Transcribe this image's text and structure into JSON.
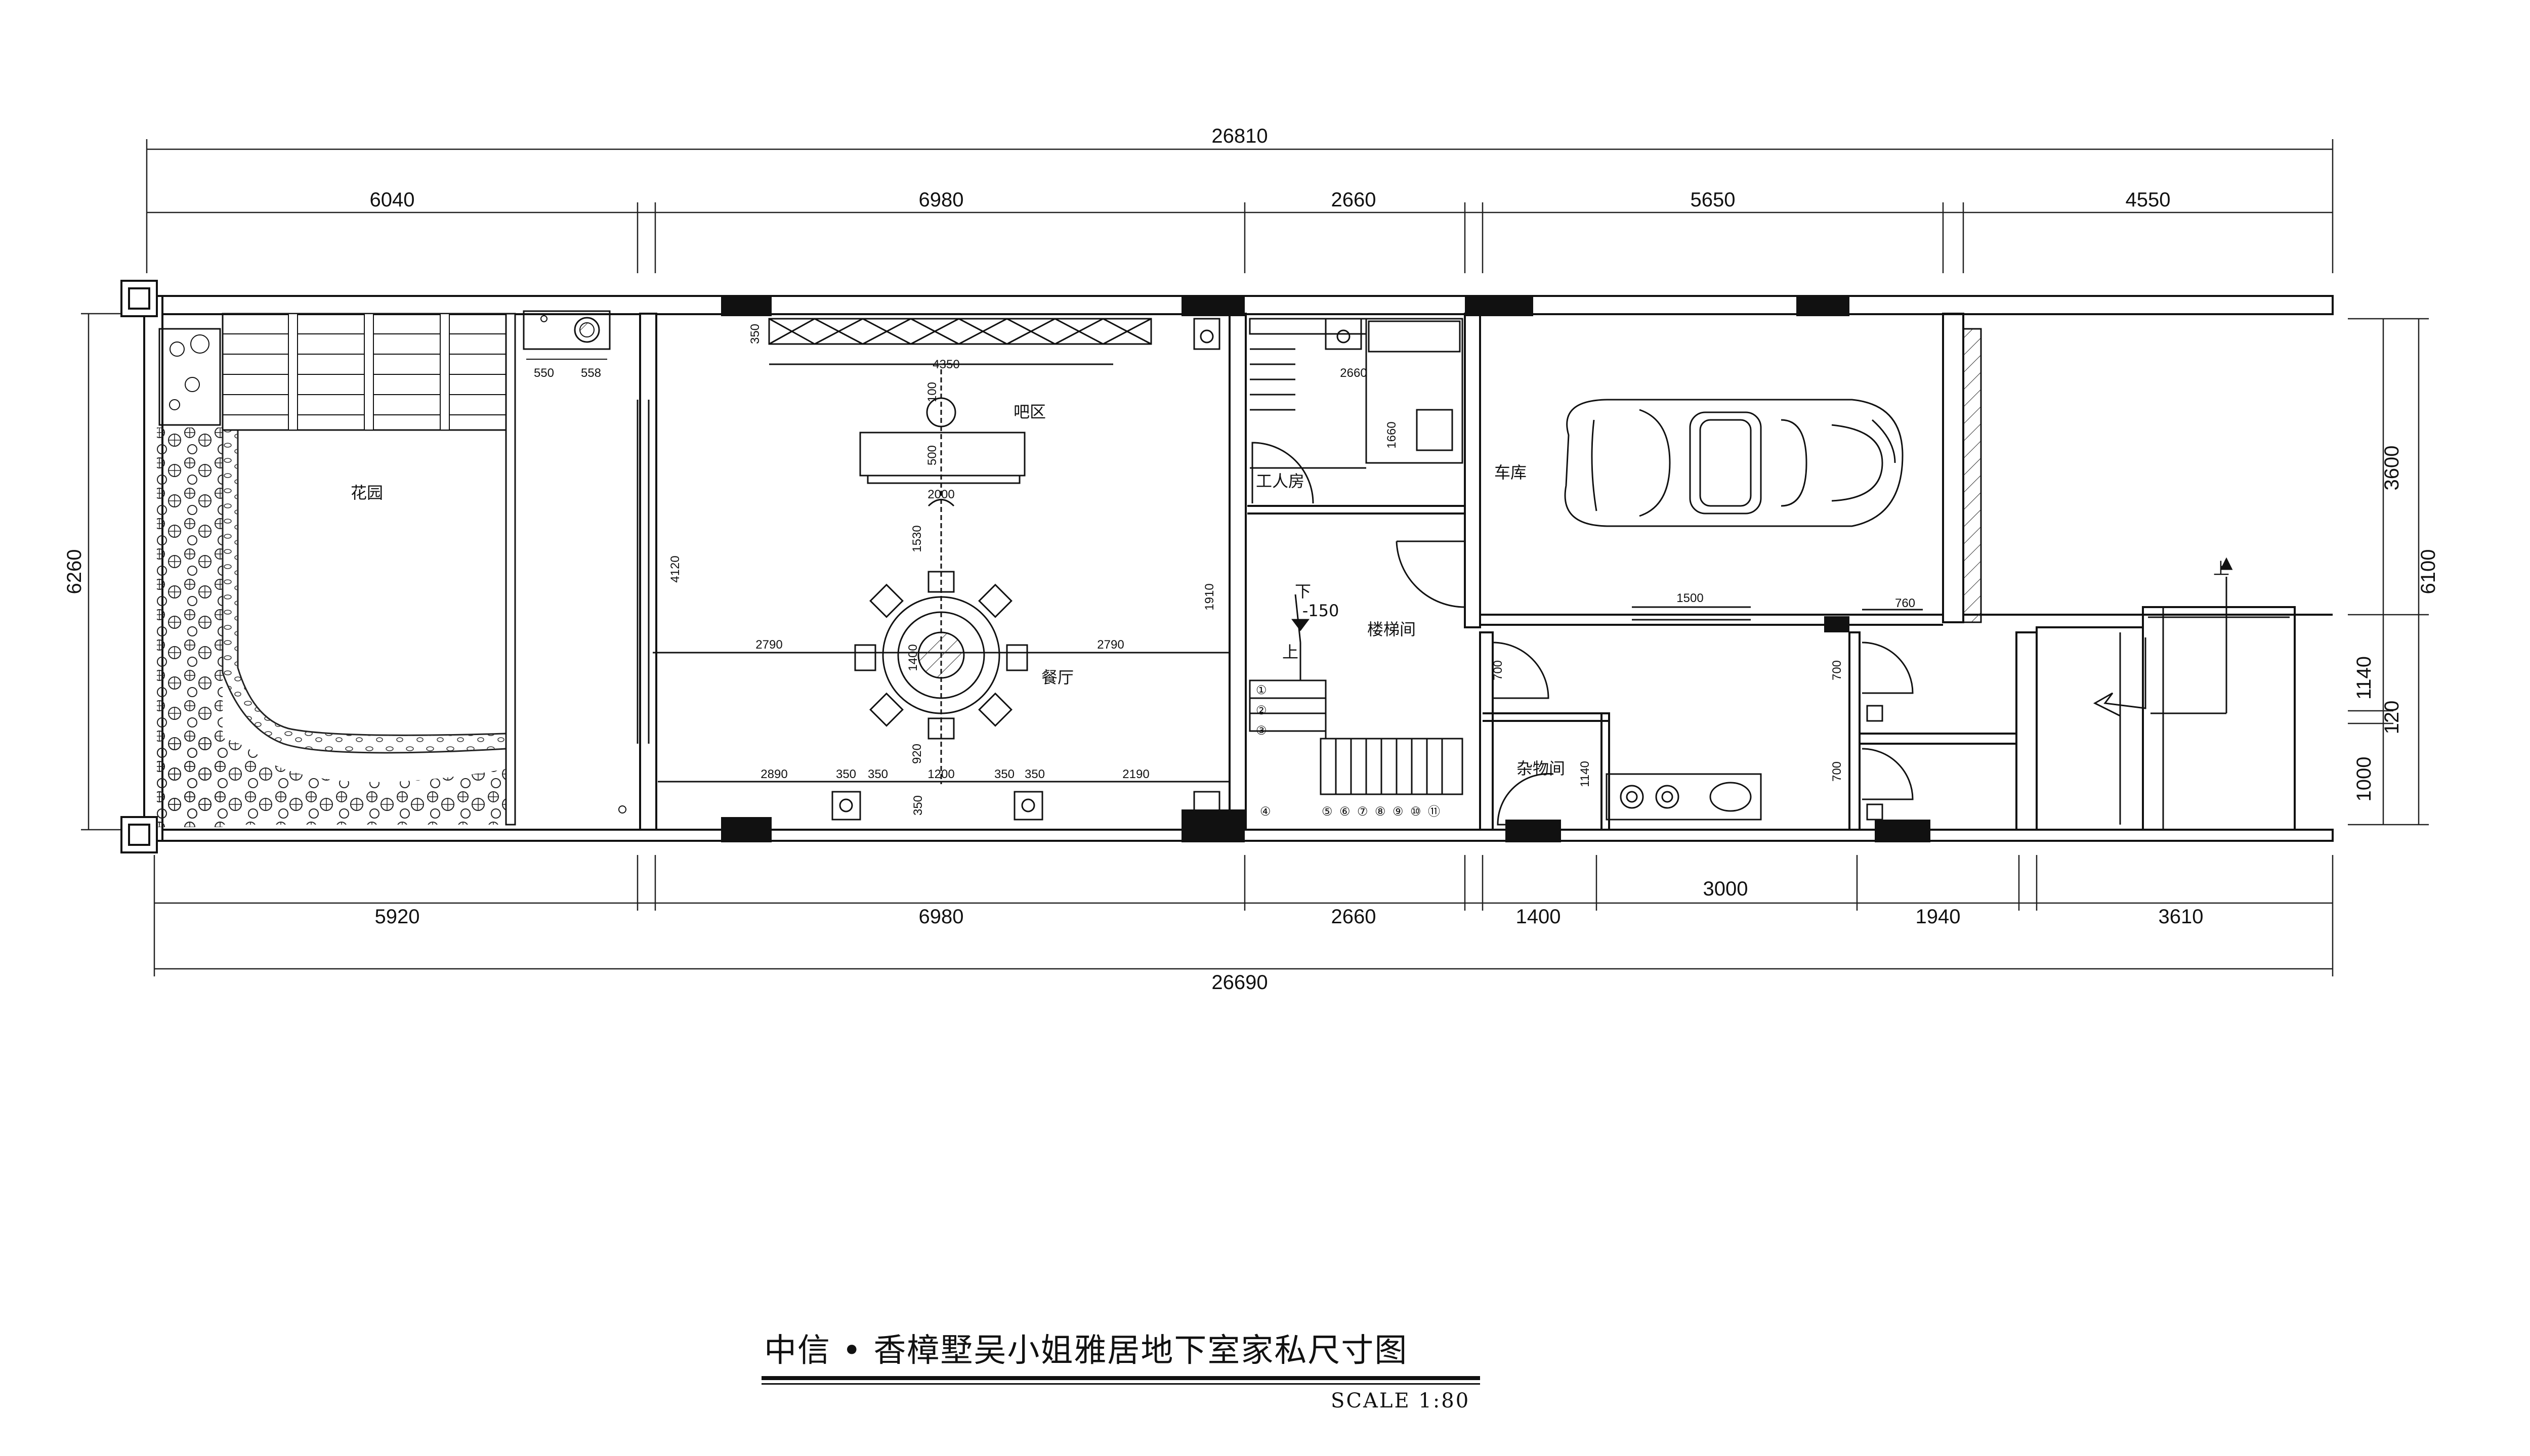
{
  "drawing": {
    "title": "中信 • 香樟墅吴小姐雅居地下室家私尺寸图",
    "scale": "SCALE 1:80"
  },
  "dims": {
    "top_total": "26810",
    "top": [
      "6040",
      "6980",
      "2660",
      "5650",
      "4550"
    ],
    "bottom": [
      "5920",
      "6980",
      "2660",
      "1400",
      "3000",
      "1940",
      "3610"
    ],
    "bottom_total": "26690",
    "left_total": "6260",
    "right_outer": "6100",
    "right": [
      "3600",
      "1140",
      "120",
      "1000"
    ],
    "interior": {
      "d350a": "350",
      "d4350": "4350",
      "d100": "100",
      "d500": "500",
      "d2000": "2000",
      "d1530": "1530",
      "d4120": "4120",
      "d1400": "1400",
      "d920": "920",
      "d2790a": "2790",
      "d2790b": "2790",
      "d2890": "2890",
      "d350b": "350",
      "d350c": "350",
      "d1200": "1200",
      "d350d": "350",
      "d350e": "350",
      "d2190": "2190",
      "d350f": "350",
      "d550": "550",
      "d558": "558",
      "d2660": "2660",
      "d1660": "1660",
      "d1910": "1910",
      "d1500": "1500",
      "d760": "760",
      "d700a": "700",
      "d700b": "700",
      "d700c": "700",
      "d1140": "1140"
    }
  },
  "rooms": {
    "garden": "花园",
    "bar": "吧区",
    "dining": "餐厅",
    "worker": "工人房",
    "garage": "车库",
    "stair": "楼梯间",
    "storage": "杂物间"
  },
  "annotations": {
    "down": "下",
    "level": "-150",
    "up1": "上",
    "up2": "上",
    "steps": [
      "①",
      "②",
      "③",
      "④",
      "⑤",
      "⑥",
      "⑦",
      "⑧",
      "⑨",
      "⑩",
      "⑪"
    ]
  }
}
